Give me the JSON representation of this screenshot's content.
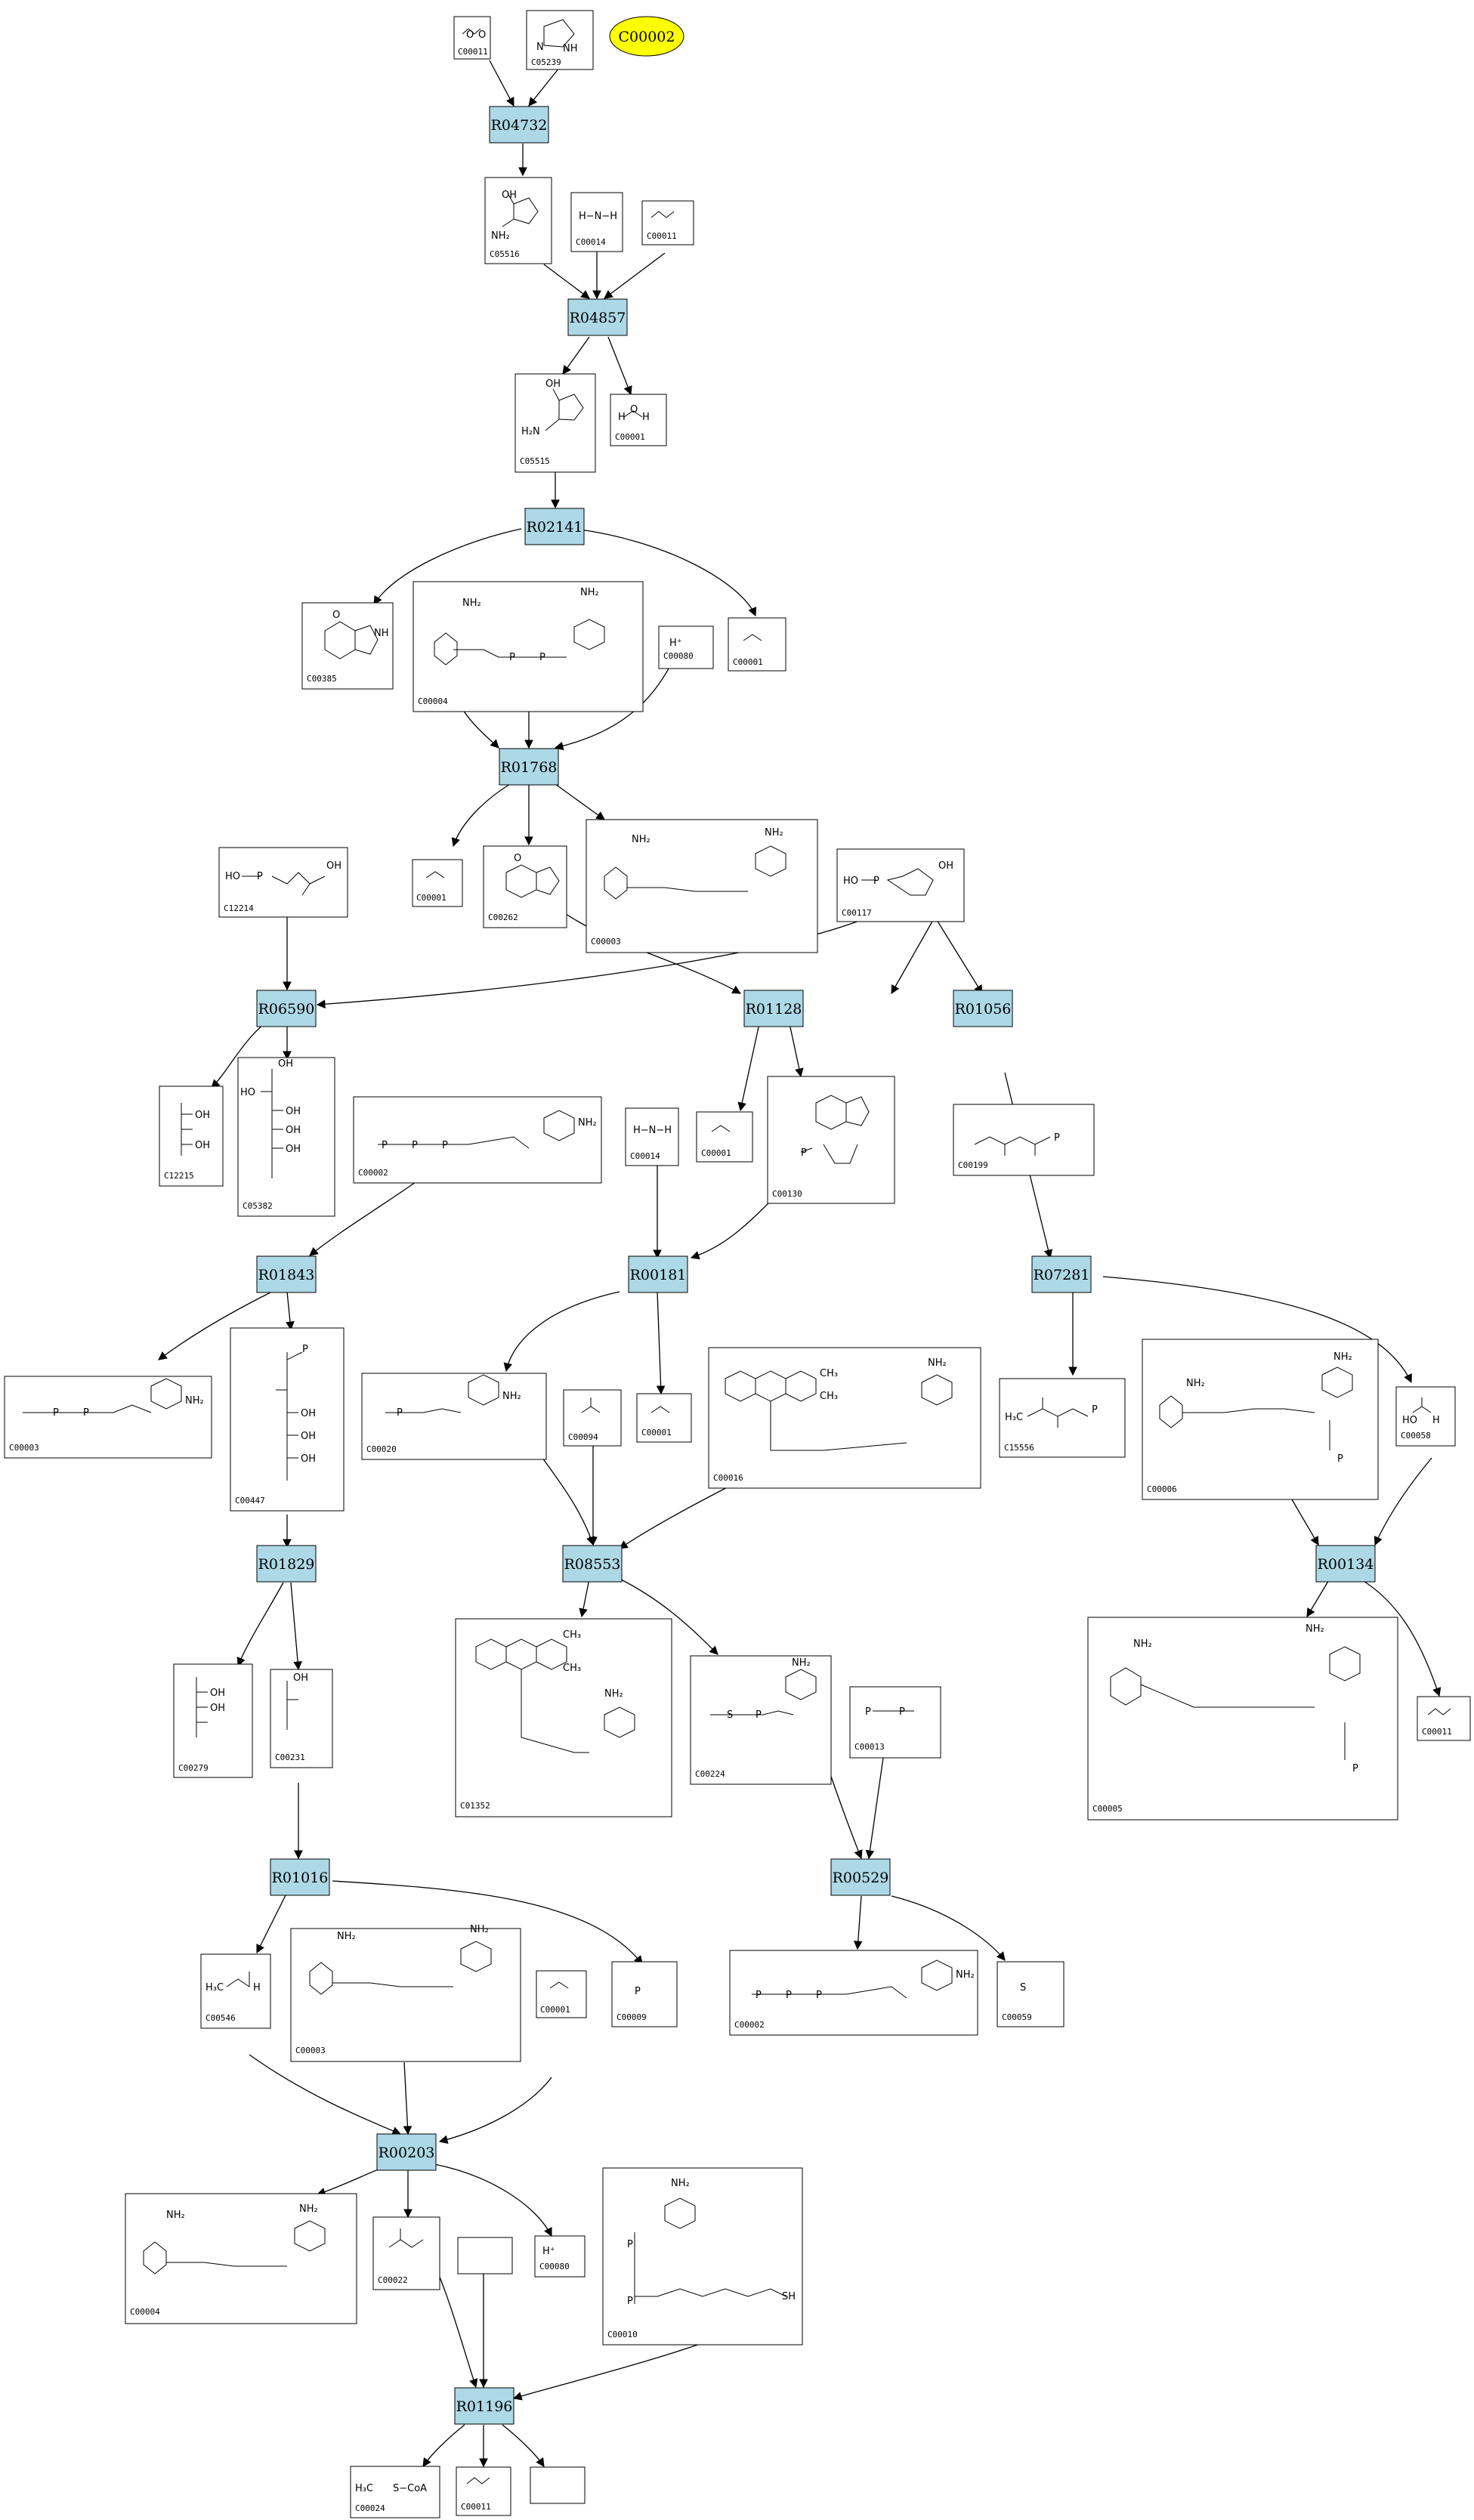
{
  "legend": {
    "highlight_compound": "C00002"
  },
  "reactions": [
    "R04732",
    "R04857",
    "R02141",
    "R01768",
    "R06590",
    "R01128",
    "R01056",
    "R01843",
    "R00181",
    "R07281",
    "R01829",
    "R08553",
    "R00134",
    "R01016",
    "R00529",
    "R00203",
    "R01196"
  ],
  "compounds": {
    "c00011_a": "C00011",
    "c05239": "C05239",
    "c05516": "C05516",
    "c00014_a": "C00014",
    "c00011_b": "C00011",
    "c05515": "C05515",
    "c00001_a": "C00001",
    "c00385": "C00385",
    "c00004_a": "C00004",
    "c00080_a": "C00080",
    "c00001_b": "C00001",
    "c12214": "C12214",
    "c00001_c": "C00001",
    "c00262": "C00262",
    "c00003_a": "C00003",
    "c00117": "C00117",
    "c12215": "C12215",
    "c05382": "C05382",
    "c00002_a": "C00002",
    "c00014_b": "C00014",
    "c00001_d": "C00001",
    "c00130": "C00130",
    "c00199": "C00199",
    "c00003_b": "C00003",
    "c00447": "C00447",
    "c00020": "C00020",
    "c00094": "C00094",
    "c00001_e": "C00001",
    "c00016": "C00016",
    "c15556": "C15556",
    "c00006": "C00006",
    "c00058": "C00058",
    "c00279": "C00279",
    "c00231": "C00231",
    "c01352": "C01352",
    "c00224": "C00224",
    "c00013": "C00013",
    "c00005": "C00005",
    "c00011_c": "C00011",
    "c00546": "C00546",
    "c00003_c": "C00003",
    "c00001_f": "C00001",
    "c00009": "C00009",
    "c00002_b": "C00002",
    "c00059": "C00059",
    "c00004_b": "C00004",
    "c00022": "C00022",
    "c00080_b": "C00080",
    "c00010": "C00010",
    "c00024": "C00024",
    "c00011_d": "C00011"
  },
  "structure_text": {
    "h2o_h": "H",
    "h2o_o": "O",
    "hplus": "H⁺",
    "nh3": "H−N−H",
    "nh2": "NH₂",
    "oh": "OH",
    "ho": "HO",
    "p": "P",
    "o": "O",
    "n": "N",
    "nh": "NH",
    "ch3": "CH₃",
    "h3c": "H₃C",
    "scoa": "S−CoA",
    "sh": "SH",
    "s": "S",
    "h": "H",
    "h2n": "H₂N"
  }
}
